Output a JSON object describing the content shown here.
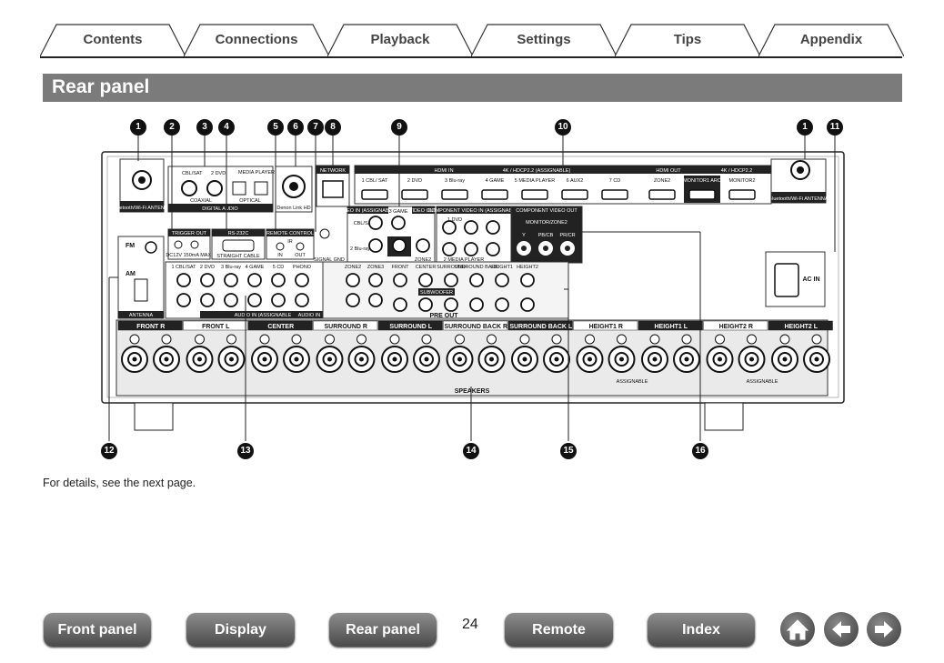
{
  "tabs": [
    "Contents",
    "Connections",
    "Playback",
    "Settings",
    "Tips",
    "Appendix"
  ],
  "title": "Rear panel",
  "callouts": [
    "1",
    "2",
    "3",
    "4",
    "5",
    "6",
    "7",
    "8",
    "9",
    "10",
    "1",
    "11",
    "12",
    "13",
    "14",
    "15",
    "16"
  ],
  "panel": {
    "bt_antenna": "Bluetooth/Wi-Fi ANTENNA",
    "digital_audio": "DIGITAL AUDIO",
    "coaxial": "COAXIAL",
    "optical": "OPTICAL",
    "cbl_sat": "CBL/SAT",
    "dvd2": "2 DVD",
    "media_player": "MEDIA PLAYER",
    "denon_link": "Denon Link HD",
    "network": "NETWORK",
    "hdmi_in": "HDMI IN",
    "hdcp_in": "4K / HDCP2.2 (ASSIGNABLE)",
    "hdmi_in_ports": [
      "1 CBL/ SAT",
      "2 DVD",
      "3 Blu-ray",
      "4 GAME",
      "5 MEDIA PLAYER",
      "6 AUX2",
      "7 CD"
    ],
    "hdmi_out": "HDMI OUT",
    "hdcp_out": "4K / HDCP2.2",
    "hdmi_out_ports": [
      "ZONE2",
      "MONITOR1 ARC",
      "MONITOR2"
    ],
    "trigger_out": "TRIGGER OUT",
    "trigger_spec": "DC12V 150mA MAX.",
    "rs232c": "RS-232C",
    "straight_cable": "STRAIGHT CABLE",
    "remote_control": "REMOTE CONTROL",
    "ir": "IR",
    "in": "IN",
    "out": "OUT",
    "signal_gnd": "SIGNAL GND",
    "video_in": "VIDEO IN (ASSIGNABLE)",
    "video_out": "VIDEO OUT",
    "game3": "3 GAME",
    "bluray2": "2 Blu-ray",
    "monitor": "MONITOR",
    "zone2": "ZONE2",
    "component_in": "COMPONENT VIDEO IN (ASSIGNABLE)",
    "component_out": "COMPONENT VIDEO OUT",
    "monitor_zone2": "MONITOR/ZONE2",
    "comp_labels": [
      "Y",
      "PB/CB",
      "PR/CR"
    ],
    "comp_in_sources": [
      "1 DVD",
      "2 MEDIA PLAYER"
    ],
    "fm": "FM",
    "am": "AM",
    "antenna": "ANTENNA",
    "audio_in_labels": [
      "1 CBL/SAT",
      "2 DVD",
      "3 Blu-ray",
      "4 GAME",
      "5 CD"
    ],
    "audio_in": "AUDIO IN (ASSIGNABLE)",
    "phono": "PHONO",
    "audio_in_short": "AUDIO IN",
    "zone_out": [
      "ZONE2",
      "ZONE3"
    ],
    "pre_out_labels": [
      "FRONT",
      "CENTER",
      "SURROUND",
      "SURROUND BACK",
      "HEIGHT1",
      "HEIGHT2"
    ],
    "subwoofer": "SUBWOOFER",
    "pre_out": "PRE OUT",
    "ac_in": "AC IN",
    "speaker_groups": [
      "FRONT R",
      "FRONT L",
      "CENTER",
      "SURROUND R",
      "SURROUND L",
      "SURROUND BACK R",
      "SURROUND BACK L",
      "HEIGHT1 R",
      "HEIGHT1 L",
      "HEIGHT2 R",
      "HEIGHT2 L"
    ],
    "assignable": "ASSIGNABLE",
    "speakers": "SPEAKERS"
  },
  "details_text": "For details, see the next page.",
  "bottom_nav": {
    "buttons": [
      "Front panel",
      "Display",
      "Rear panel",
      "Remote",
      "Index"
    ],
    "page_number": "24",
    "icons": [
      "home-icon",
      "arrow-left-icon",
      "arrow-right-icon"
    ]
  }
}
